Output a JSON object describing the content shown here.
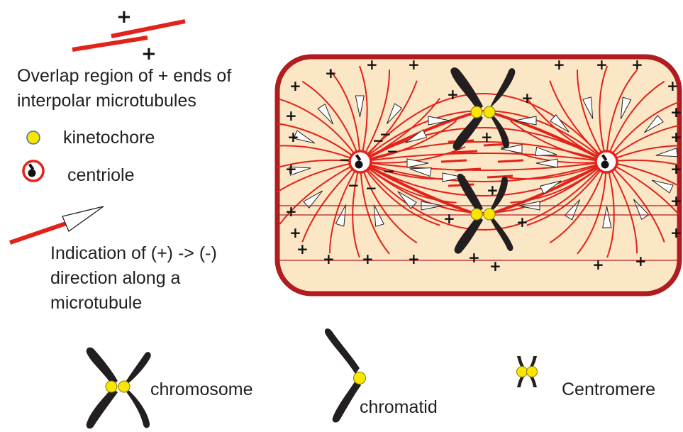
{
  "legend": {
    "overlap_label_line1": "Overlap region of + ends of",
    "overlap_label_line2": "interpolar microtubules",
    "kinetochore_label": "kinetochore",
    "centriole_label": "centriole",
    "direction_line1": "Indication of (+) -> (-)",
    "direction_line2": "direction along a",
    "direction_line3": "microtubule"
  },
  "glyphs": {
    "plus": "+",
    "minus": "−"
  },
  "bottom": {
    "chromosome_label": "chromosome",
    "chromatid_label": "chromatid",
    "centromere_label": "Centromere"
  },
  "colors": {
    "microtubule": "#e2231a",
    "cell_fill": "#fbe6c6",
    "cell_border": "#b01c20",
    "kinetochore": "#f7e600",
    "chromosome": "#231f20"
  }
}
